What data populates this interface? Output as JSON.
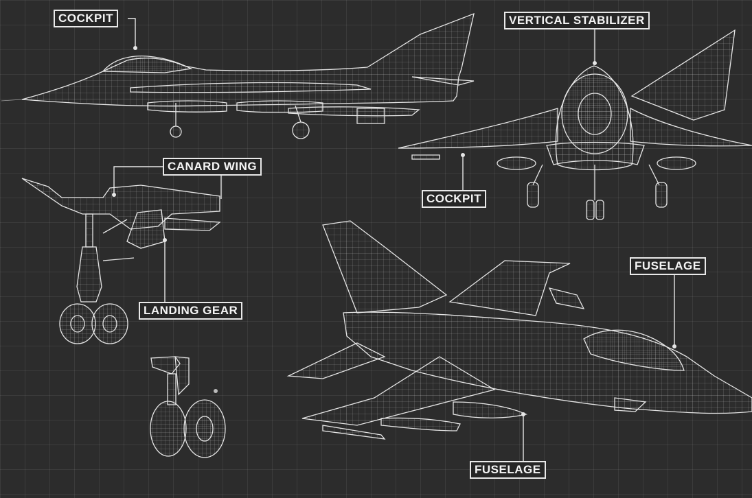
{
  "labels": {
    "cockpit_side": "COCKPIT",
    "vertical_stabilizer": "VERTICAL STABILIZER",
    "cockpit_front": "COCKPIT",
    "canard_wing": "CANARD WING",
    "landing_gear": "LANDING GEAR",
    "fuselage_right": "FUSELAGE",
    "fuselage_bottom": "FUSELAGE"
  },
  "colors": {
    "background": "#2c2c2c",
    "grid": "#444444",
    "line": "#e6e6e6"
  }
}
